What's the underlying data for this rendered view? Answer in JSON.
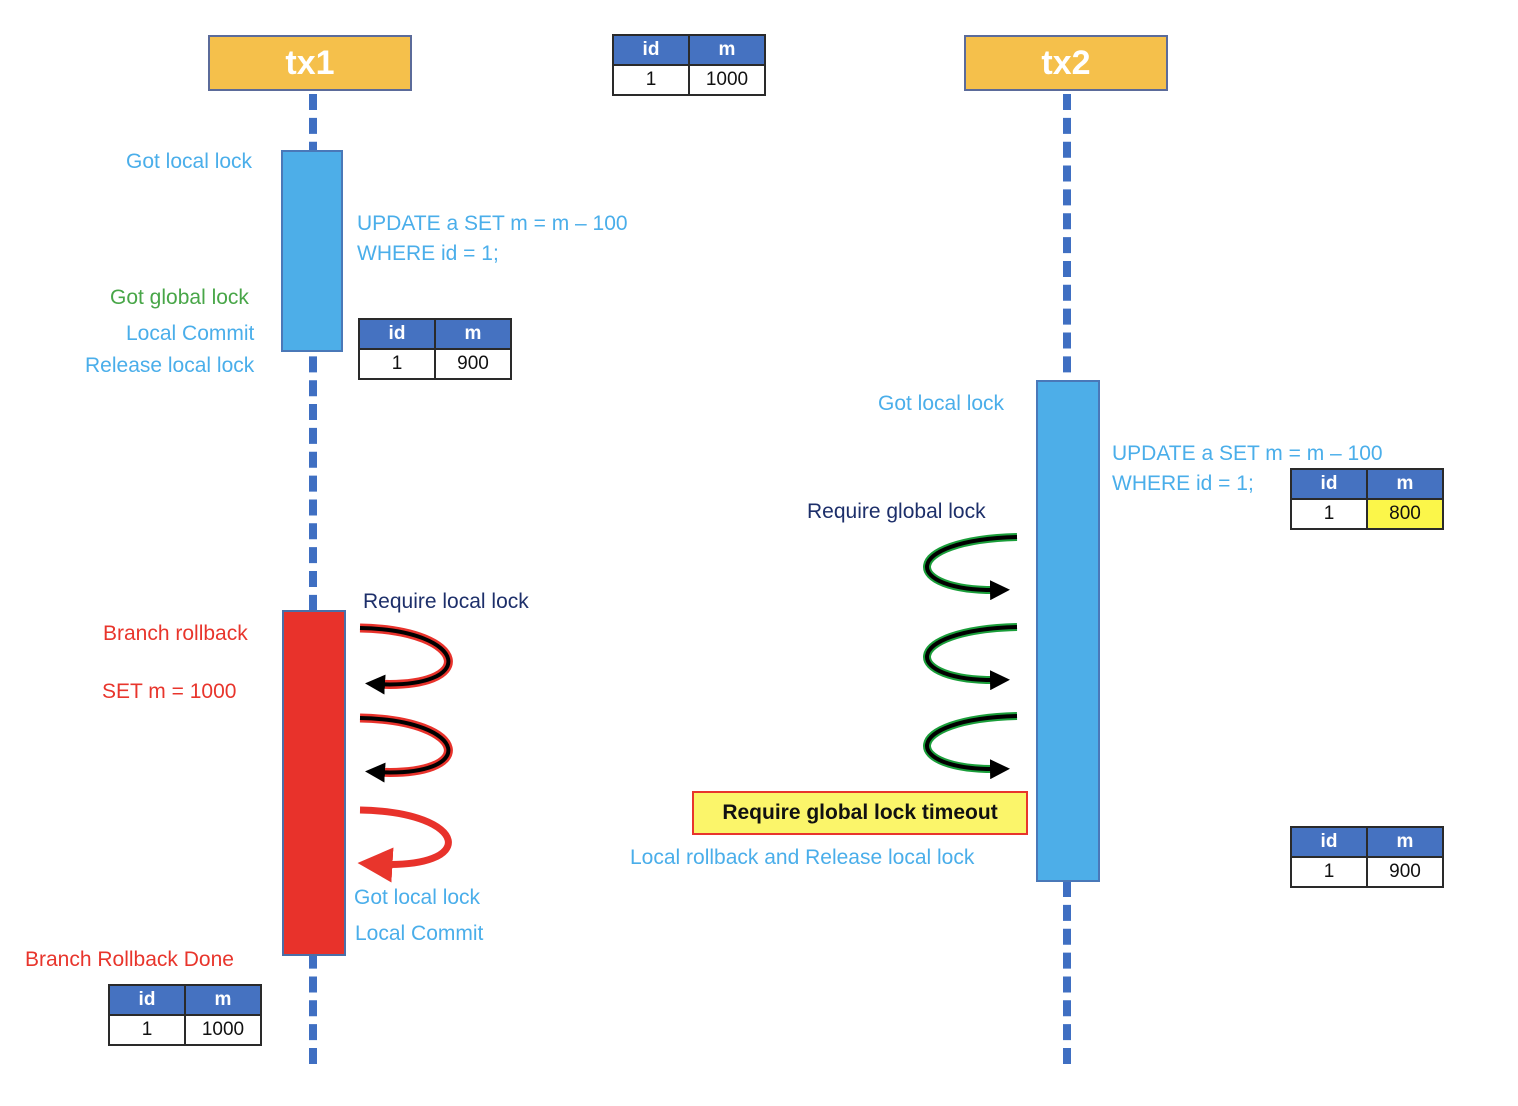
{
  "tx1": {
    "title": "tx1",
    "labels": {
      "got_local_lock": "Got local lock",
      "update_line1": "UPDATE a SET m = m – 100",
      "update_line2": "WHERE id = 1;",
      "got_global_lock": "Got global lock",
      "local_commit": "Local Commit",
      "release_local_lock": "Release local lock",
      "require_local_lock": "Require local lock",
      "branch_rollback": "Branch rollback",
      "set_m": "SET m = 1000",
      "got_local_lock_2": "Got local lock",
      "local_commit_2": "Local Commit",
      "branch_rollback_done": "Branch Rollback Done"
    }
  },
  "tx2": {
    "title": "tx2",
    "labels": {
      "got_local_lock": "Got local lock",
      "update_line1": "UPDATE a SET m = m – 100",
      "update_line2": "WHERE id = 1;",
      "require_global_lock": "Require global lock",
      "timeout": "Require global lock timeout",
      "local_rollback": "Local rollback and Release local lock"
    }
  },
  "tables": {
    "header_id": "id",
    "header_m": "m",
    "initial": {
      "id": "1",
      "m": "1000"
    },
    "after_tx1_update": {
      "id": "1",
      "m": "900"
    },
    "after_tx2_update": {
      "id": "1",
      "m": "800"
    },
    "after_tx2_rollback": {
      "id": "1",
      "m": "900"
    },
    "after_branch_rollback": {
      "id": "1",
      "m": "1000"
    }
  },
  "colors": {
    "header_fill": "#f5c04b",
    "lifeline": "#3f6fc2",
    "bar_blue": "#4daee8",
    "bar_red": "#e8322b",
    "text_blue": "#4aaeea",
    "text_green": "#48a648",
    "text_red": "#e8352c",
    "text_navy": "#1d2f6a",
    "highlight": "#fbf64a"
  }
}
